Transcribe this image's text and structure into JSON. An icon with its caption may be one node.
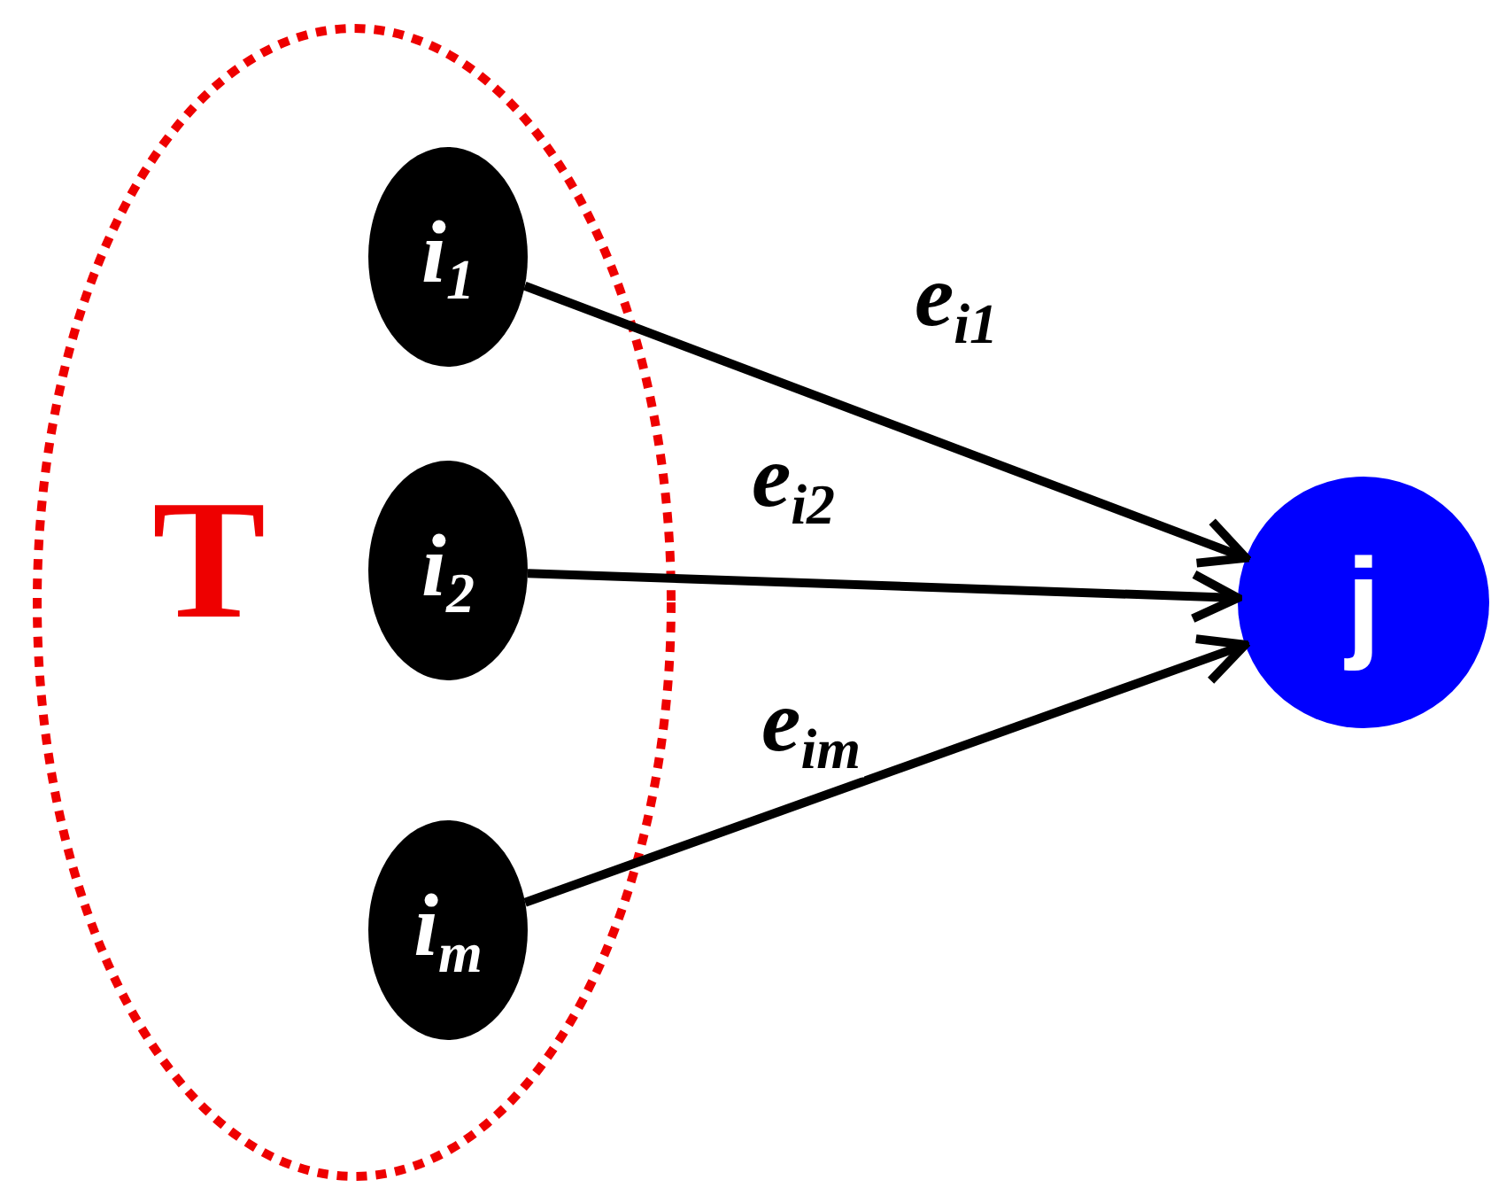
{
  "diagram": {
    "nodes": [
      {
        "text": [
          "T"
        ]
      },
      {
        "text": [
          "i$_{1}$"
        ],
        "in": 0
      },
      {
        "text": [
          "i$_{2}$"
        ],
        "in": 0
      },
      {
        "text": [
          "i$_{m}$"
        ],
        "in": 0
      },
      {
        "text": [
          "j"
        ]
      }
    ],
    "edges": [
      {
        "from": 1,
        "to": 4,
        "arrow": "to",
        "label": "e$_{i1}$"
      },
      {
        "from": 2,
        "to": 4,
        "arrow": "to",
        "label": "e$_{i2}$"
      },
      {
        "from": 3,
        "to": 4,
        "arrow": "to",
        "label": "e$_{im}$"
      }
    ]
  }
}
